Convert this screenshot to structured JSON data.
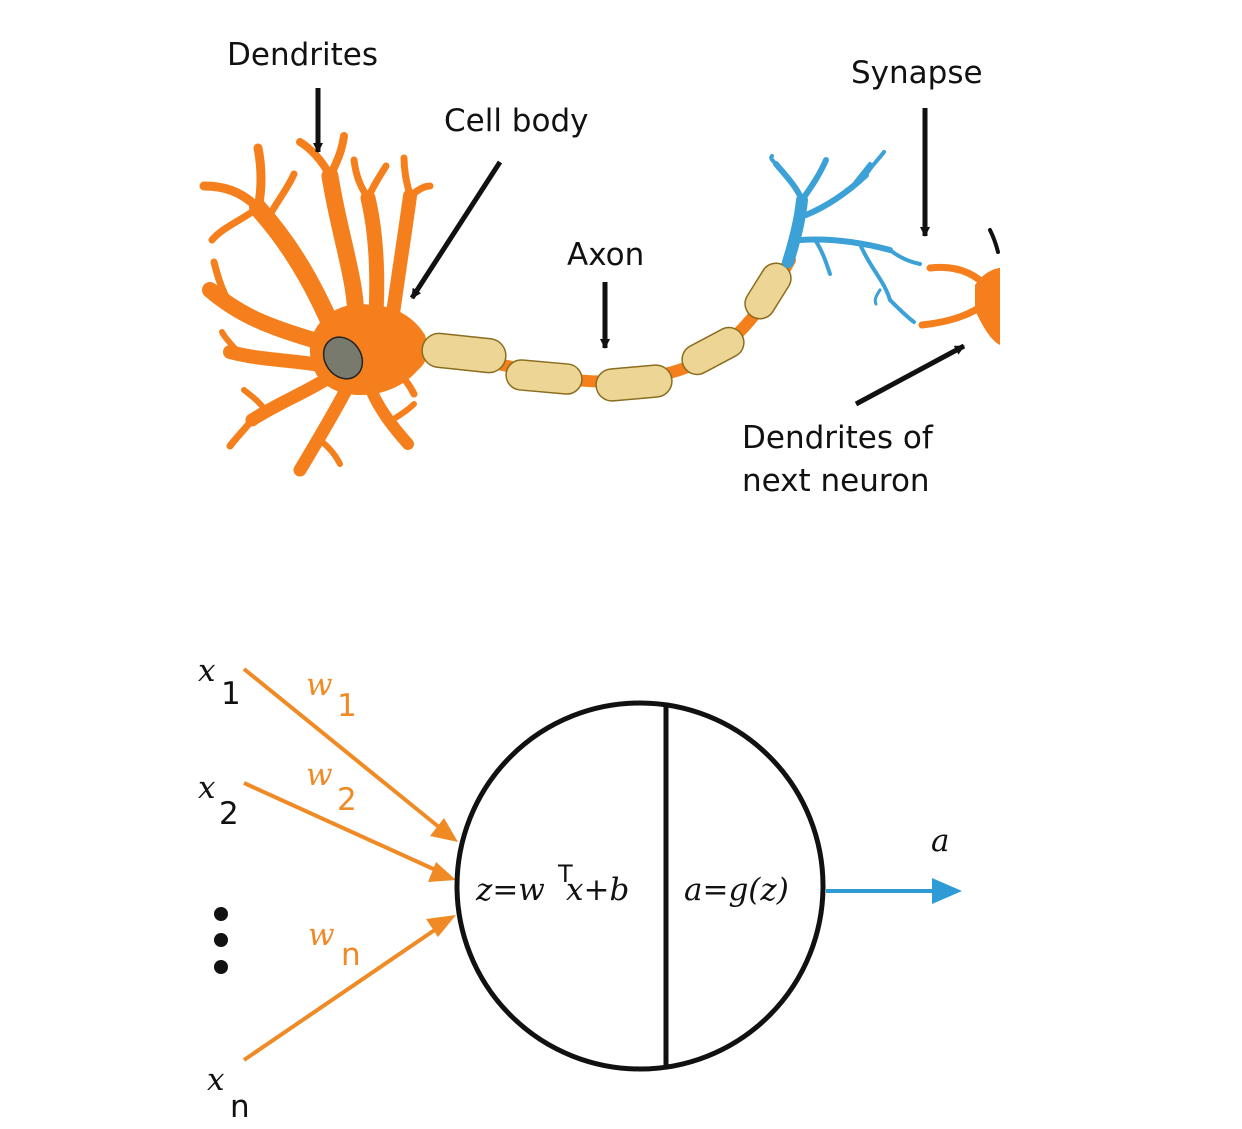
{
  "neuron_labels": {
    "dendrites": "Dendrites",
    "cell_body": "Cell body",
    "axon": "Axon",
    "synapse": "Synapse",
    "next_dendrites_line1": "Dendrites of",
    "next_dendrites_line2": "next neuron"
  },
  "model": {
    "inputs": [
      {
        "var": "x",
        "sub": "1"
      },
      {
        "var": "x",
        "sub": "2"
      },
      {
        "var": "x",
        "sub": "n"
      }
    ],
    "weights": [
      {
        "var": "w",
        "sub": "1"
      },
      {
        "var": "w",
        "sub": "2"
      },
      {
        "var": "w",
        "sub": "n"
      }
    ],
    "linear_left": "z=w",
    "linear_sup": "T",
    "linear_right": "x+b",
    "activation": "a=g(z)",
    "output": "a"
  },
  "colors": {
    "neuron_orange": "#f47f1c",
    "myelin": "#ecd595",
    "myelin_edge": "#8a6d1e",
    "terminal_blue": "#3ba1d6",
    "nucleus": "#787a6e",
    "weight_orange": "#ef8a25",
    "output_blue": "#2e9bd6",
    "ink": "#111111"
  }
}
